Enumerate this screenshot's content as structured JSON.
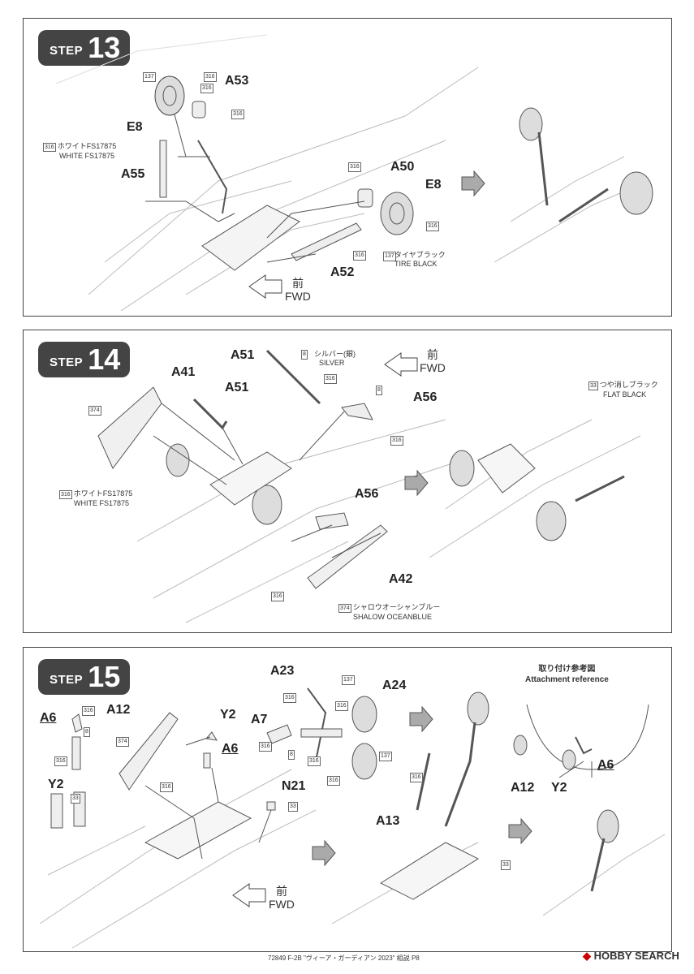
{
  "steps": [
    {
      "word": "STEP",
      "number": "13",
      "parts": [
        "A53",
        "E8",
        "A55",
        "A50",
        "E8",
        "A52"
      ],
      "codes": [
        "137",
        "316",
        "316",
        "316",
        "316",
        "316",
        "316",
        "137"
      ],
      "notes": {
        "white_code": "316",
        "white_jp": "ホワイトFS17875",
        "white_en": "WHITE FS17875",
        "tire_code": "137",
        "tire_jp": "タイヤブラック",
        "tire_en": "TIRE BLACK"
      },
      "fwd_jp": "前",
      "fwd_en": "FWD"
    },
    {
      "word": "STEP",
      "number": "14",
      "parts": [
        "A51",
        "A41",
        "A51",
        "A56",
        "A56",
        "A42"
      ],
      "codes": [
        "8",
        "316",
        "8",
        "316",
        "374",
        "316"
      ],
      "notes": {
        "silver_jp": "シルバー(銀)",
        "silver_en": "SILVER",
        "flat_code": "33",
        "flat_jp": "つや消しブラック",
        "flat_en": "FLAT BLACK",
        "white_code": "316",
        "white_jp": "ホワイトFS17875",
        "white_en": "WHITE FS17875",
        "ocean_code": "374",
        "ocean_jp": "シャロウオーシャンブルー",
        "ocean_en": "SHALOW OCEANBLUE"
      },
      "fwd_jp": "前",
      "fwd_en": "FWD"
    },
    {
      "word": "STEP",
      "number": "15",
      "parts": {
        "a23": "A23",
        "a24": "A24",
        "a6_left": "A6",
        "a12": "A12",
        "y2_top": "Y2",
        "a7": "A7",
        "a6_mid": "A6",
        "y2_left": "Y2",
        "n21": "N21",
        "a13": "A13",
        "a6_ref": "A6",
        "a12_ref": "A12",
        "y2_ref": "Y2"
      },
      "codes": [
        "137",
        "316",
        "316",
        "316",
        "8",
        "316",
        "316",
        "374",
        "316",
        "33",
        "33",
        "8",
        "316",
        "316",
        "137",
        "33",
        "316"
      ],
      "ref_jp": "取り付け参考図",
      "ref_en": "Attachment reference",
      "fwd_jp": "前",
      "fwd_en": "FWD"
    }
  ],
  "footer": "72849  F-2B  \"ヴィーア・ガーディアン 2023\" 組説 P8",
  "watermark": "HOBBY SEARCH"
}
